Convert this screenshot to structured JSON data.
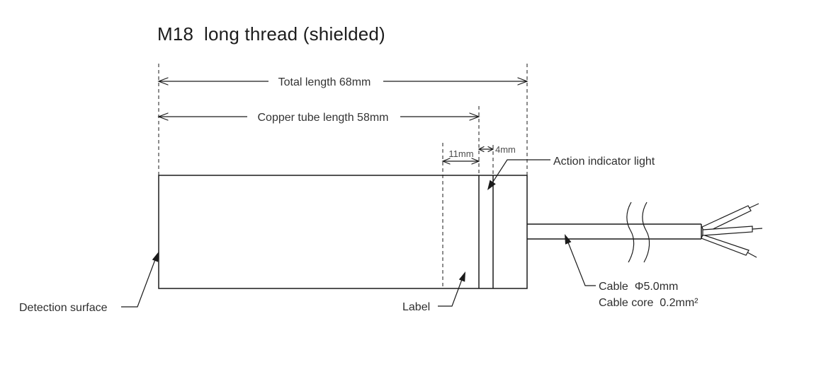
{
  "page": {
    "background": "#ffffff",
    "kind": "technical dimension drawing of an inductive proximity sensor"
  },
  "title": "M18  long thread (shielded)",
  "dimensions": {
    "total_length": {
      "label": "Total length 68mm"
    },
    "copper_tube": {
      "label": "Copper tube length 58mm"
    },
    "label_section": {
      "label": "11mm"
    },
    "indicator_section": {
      "label": "4mm"
    }
  },
  "callouts": {
    "action_indicator_light": {
      "label": "Action indicator light"
    },
    "detection_surface": {
      "label": "Detection surface"
    },
    "label": {
      "label": "Label"
    },
    "cable_diameter": {
      "label": "Cable  Φ5.0mm"
    },
    "cable_core": {
      "label": "Cable core  0.2mm²"
    }
  },
  "colors": {
    "line": "#1a1a1a",
    "text": "#333333",
    "small_dim_text": "#4d4d4d",
    "background": "#ffffff"
  }
}
